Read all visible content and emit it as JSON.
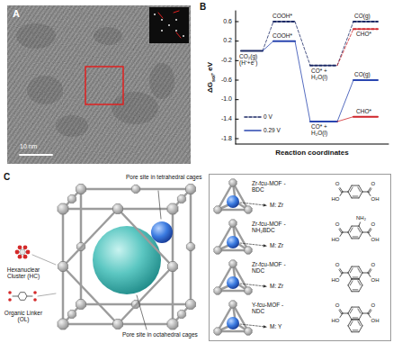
{
  "diagram": {
    "nodes": [
      {
        "text": [
          "Zr-fcu-MOF -BDC",
          "M: Zr",
          "Zr-fcu-MOF -NH₂BDC",
          "M: Zr",
          "Zr-fcu-MOF -NDC",
          "M: Zr",
          "Y-fcu-MOF -NDC",
          "M: Y"
        ]
      }
    ],
    "labels": [
      "A",
      "10 nm",
      "B",
      "ΔG",
      "sol",
      ", eV",
      "0.6",
      "0.2",
      "-0.2",
      "-0.6",
      "-1.0",
      "-1.4",
      "-1.8",
      "COOH*",
      "COOH*",
      "CO(g)",
      "CHO*",
      "CO₂(g) (H⁺+e⁻)",
      "CO* + H₂O(l)",
      "CO* + H₂O(l)",
      "CO(g)",
      "CHO*",
      "Reaction coordinates",
      "C",
      "Hexanuclear Cluster (HC)",
      "Organic Linker (OL)",
      "Pore site in tetrahedral cages",
      "Pore site in octahedral cages",
      "HO",
      "O",
      "O",
      "OH",
      "HO",
      "O",
      "O",
      "OH",
      "NH₂",
      "HO",
      "O",
      "O",
      "OH",
      "HO",
      "O",
      "O",
      "OH"
    ],
    "legend": [
      {
        "text": "0 V"
      },
      {
        "text": "0.29 V"
      }
    ]
  }
}
